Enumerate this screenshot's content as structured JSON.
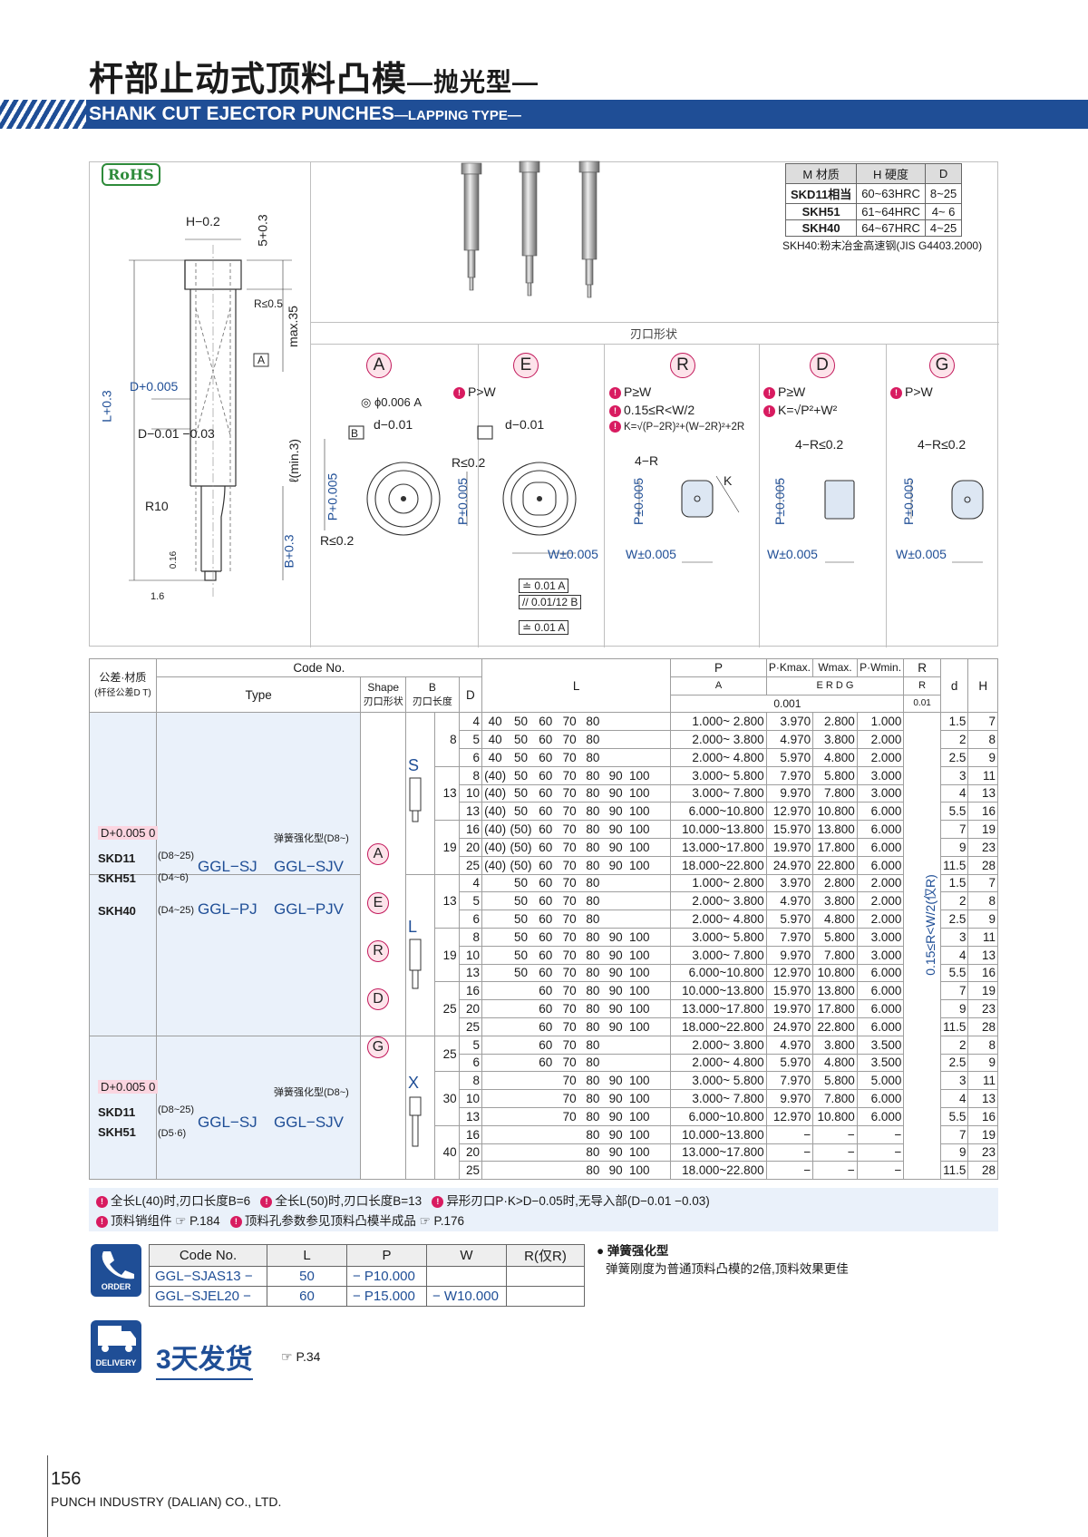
{
  "header": {
    "title_cn": "杆部止动式顶料凸模",
    "title_cn_sub": "—抛光型—",
    "title_en": "SHANK CUT EJECTOR PUNCHES",
    "title_en_sub": "—LAPPING TYPE—"
  },
  "colors": {
    "brand": "#1f4e96",
    "accent_pink": "#d81b60",
    "light_blue": "#eaf1fa"
  },
  "rohs": "RoHS",
  "materials": {
    "headers": [
      "M 材质",
      "H 硬度",
      "D"
    ],
    "rows": [
      [
        "SKD11相当",
        "60~63HRC",
        "8~25"
      ],
      [
        "SKH51",
        "61~64HRC",
        "4~ 6"
      ],
      [
        "SKH40",
        "64~67HRC",
        "4~25"
      ]
    ],
    "note": "SKH40:粉末冶金高速钢(JIS G4403.2000)"
  },
  "diagram": {
    "shapes_title": "刃口形状",
    "shapes": [
      "A",
      "E",
      "R",
      "D",
      "G"
    ],
    "notes_E": [
      "P>W"
    ],
    "notes_R": [
      "P≥W",
      "0.15≤R<W/2",
      "K=√(P−2R)²+(W−2R)²+2R"
    ],
    "notes_D": [
      "P≥W",
      "K=√P²+W²"
    ],
    "notes_G": [
      "P>W"
    ],
    "dims": {
      "H": "H−0.2",
      "five": "5+0.3",
      "R05": "R≤0.5",
      "max35": "max.35",
      "D_top": "D+0.005",
      "D_low": "D−0.01 −0.03",
      "L": "L+0.3",
      "lmin": "ℓ(min.3)",
      "R10": "R10",
      "B": "B+0.3",
      "gl": "0.16",
      "g16": "1.6",
      "A_flat": "◎ ϕ0.006 A",
      "d_A": "d−0.01",
      "P_A": "P+0.005",
      "R02": "R≤0.2",
      "B_box": "B",
      "A_box": "A",
      "d_E": "d−0.01",
      "R02E": "R≤0.2",
      "P_E": "P±0.005",
      "W_E": "W±0.005",
      "tol1": "≐ 0.01 A",
      "tol2": "// 0.01/12 B",
      "tol3": "≐ 0.01 A",
      "R4": "4−R",
      "K": "K",
      "P_R": "P±0.005",
      "W_R": "W±0.005",
      "R4D": "4−R≤0.2",
      "P_D": "P±0.005",
      "W_D": "W±0.005",
      "R4G": "4−R≤0.2",
      "P_G": "P±0.005",
      "W_G": "W±0.005"
    }
  },
  "spec": {
    "headers": {
      "tol_mat": "公差·材质",
      "tol_mat_sub": "(杆径公差D T)",
      "code_no": "Code No.",
      "type": "Type",
      "shape": "Shape",
      "shape_sub": "刃口形状",
      "b": "B",
      "b_sub": "刃口长度",
      "d_col": "D",
      "l": "L",
      "p": "P",
      "pk": "P·Kmax.",
      "wmax": "Wmax.",
      "pw": "P·Wmin.",
      "r": "R",
      "dd": "d",
      "h": "H",
      "p_sub": "A",
      "pk_sub": "E R D G",
      "r_sub": "R",
      "unit": "0.001",
      "unit_r": "0.01"
    },
    "group1": {
      "tol": "D+0.005 0",
      "mats": [
        "SKD11",
        "SKH51",
        "SKH40"
      ],
      "spring": "弹簧强化型(D8~)",
      "type1_pre": "(D8~25)",
      "type1_a": "GGL−SJ",
      "type1_b": "GGL−SJV",
      "type2_pre": "(D4~6)",
      "type3_pre": "(D4~25)",
      "type3_a": "GGL−PJ",
      "type3_b": "GGL−PJV"
    },
    "group2": {
      "tol": "D+0.005 0",
      "mats": [
        "SKD11",
        "SKH51"
      ],
      "spring": "弹簧强化型(D8~)",
      "type1_pre": "(D8~25)",
      "type1_a": "GGL−SJ",
      "type1_b": "GGL−SJV",
      "type2_pre": "(D5·6)"
    },
    "shape_letters": [
      "A",
      "E",
      "R",
      "D",
      "G"
    ],
    "b_labels": [
      "S",
      "L",
      "X"
    ],
    "r_note": "0.15≤R<W/2(仅R)",
    "rows": [
      {
        "b": "8",
        "d": "4",
        "l": [
          "40",
          "50",
          "60",
          "70",
          "80",
          "",
          "",
          ""
        ],
        "p": "1.000~ 2.800",
        "pk": "3.970",
        "w": "2.800",
        "pw": "1.000",
        "dd": "1.5",
        "h": "7"
      },
      {
        "b": "",
        "d": "5",
        "l": [
          "40",
          "50",
          "60",
          "70",
          "80",
          "",
          "",
          ""
        ],
        "p": "2.000~ 3.800",
        "pk": "4.970",
        "w": "3.800",
        "pw": "2.000",
        "dd": "2",
        "h": "8"
      },
      {
        "b": "",
        "d": "6",
        "l": [
          "40",
          "50",
          "60",
          "70",
          "80",
          "",
          "",
          ""
        ],
        "p": "2.000~ 4.800",
        "pk": "5.970",
        "w": "4.800",
        "pw": "2.000",
        "dd": "2.5",
        "h": "9"
      },
      {
        "b": "13",
        "d": "8",
        "l": [
          "(40)",
          "50",
          "60",
          "70",
          "80",
          "90",
          "100",
          ""
        ],
        "p": "3.000~ 5.800",
        "pk": "7.970",
        "w": "5.800",
        "pw": "3.000",
        "dd": "3",
        "h": "11"
      },
      {
        "b": "",
        "d": "10",
        "l": [
          "(40)",
          "50",
          "60",
          "70",
          "80",
          "90",
          "100",
          ""
        ],
        "p": "3.000~ 7.800",
        "pk": "9.970",
        "w": "7.800",
        "pw": "3.000",
        "dd": "4",
        "h": "13"
      },
      {
        "b": "",
        "d": "13",
        "l": [
          "(40)",
          "50",
          "60",
          "70",
          "80",
          "90",
          "100",
          ""
        ],
        "p": "6.000~10.800",
        "pk": "12.970",
        "w": "10.800",
        "pw": "6.000",
        "dd": "5.5",
        "h": "16"
      },
      {
        "b": "19",
        "d": "16",
        "l": [
          "(40)",
          "(50)",
          "60",
          "70",
          "80",
          "90",
          "100",
          ""
        ],
        "p": "10.000~13.800",
        "pk": "15.970",
        "w": "13.800",
        "pw": "6.000",
        "dd": "7",
        "h": "19"
      },
      {
        "b": "",
        "d": "20",
        "l": [
          "(40)",
          "(50)",
          "60",
          "70",
          "80",
          "90",
          "100",
          ""
        ],
        "p": "13.000~17.800",
        "pk": "19.970",
        "w": "17.800",
        "pw": "6.000",
        "dd": "9",
        "h": "23"
      },
      {
        "b": "",
        "d": "25",
        "l": [
          "(40)",
          "(50)",
          "60",
          "70",
          "80",
          "90",
          "100",
          ""
        ],
        "p": "18.000~22.800",
        "pk": "24.970",
        "w": "22.800",
        "pw": "6.000",
        "dd": "11.5",
        "h": "28"
      },
      {
        "b": "13",
        "d": "4",
        "l": [
          "",
          "50",
          "60",
          "70",
          "80",
          "",
          "",
          ""
        ],
        "p": "1.000~ 2.800",
        "pk": "3.970",
        "w": "2.800",
        "pw": "2.000",
        "dd": "1.5",
        "h": "7"
      },
      {
        "b": "",
        "d": "5",
        "l": [
          "",
          "50",
          "60",
          "70",
          "80",
          "",
          "",
          ""
        ],
        "p": "2.000~ 3.800",
        "pk": "4.970",
        "w": "3.800",
        "pw": "2.000",
        "dd": "2",
        "h": "8"
      },
      {
        "b": "",
        "d": "6",
        "l": [
          "",
          "50",
          "60",
          "70",
          "80",
          "",
          "",
          ""
        ],
        "p": "2.000~ 4.800",
        "pk": "5.970",
        "w": "4.800",
        "pw": "2.000",
        "dd": "2.5",
        "h": "9"
      },
      {
        "b": "19",
        "d": "8",
        "l": [
          "",
          "50",
          "60",
          "70",
          "80",
          "90",
          "100",
          ""
        ],
        "p": "3.000~ 5.800",
        "pk": "7.970",
        "w": "5.800",
        "pw": "3.000",
        "dd": "3",
        "h": "11"
      },
      {
        "b": "",
        "d": "10",
        "l": [
          "",
          "50",
          "60",
          "70",
          "80",
          "90",
          "100",
          ""
        ],
        "p": "3.000~ 7.800",
        "pk": "9.970",
        "w": "7.800",
        "pw": "3.000",
        "dd": "4",
        "h": "13"
      },
      {
        "b": "",
        "d": "13",
        "l": [
          "",
          "50",
          "60",
          "70",
          "80",
          "90",
          "100",
          ""
        ],
        "p": "6.000~10.800",
        "pk": "12.970",
        "w": "10.800",
        "pw": "6.000",
        "dd": "5.5",
        "h": "16"
      },
      {
        "b": "25",
        "d": "16",
        "l": [
          "",
          "",
          "60",
          "70",
          "80",
          "90",
          "100",
          ""
        ],
        "p": "10.000~13.800",
        "pk": "15.970",
        "w": "13.800",
        "pw": "6.000",
        "dd": "7",
        "h": "19"
      },
      {
        "b": "",
        "d": "20",
        "l": [
          "",
          "",
          "60",
          "70",
          "80",
          "90",
          "100",
          ""
        ],
        "p": "13.000~17.800",
        "pk": "19.970",
        "w": "17.800",
        "pw": "6.000",
        "dd": "9",
        "h": "23"
      },
      {
        "b": "",
        "d": "25",
        "l": [
          "",
          "",
          "60",
          "70",
          "80",
          "90",
          "100",
          ""
        ],
        "p": "18.000~22.800",
        "pk": "24.970",
        "w": "22.800",
        "pw": "6.000",
        "dd": "11.5",
        "h": "28"
      },
      {
        "b": "25",
        "d": "5",
        "l": [
          "",
          "",
          "60",
          "70",
          "80",
          "",
          "",
          ""
        ],
        "p": "2.000~ 3.800",
        "pk": "4.970",
        "w": "3.800",
        "pw": "3.500",
        "dd": "2",
        "h": "8"
      },
      {
        "b": "",
        "d": "6",
        "l": [
          "",
          "",
          "60",
          "70",
          "80",
          "",
          "",
          ""
        ],
        "p": "2.000~ 4.800",
        "pk": "5.970",
        "w": "4.800",
        "pw": "3.500",
        "dd": "2.5",
        "h": "9"
      },
      {
        "b": "30",
        "d": "8",
        "l": [
          "",
          "",
          "",
          "70",
          "80",
          "90",
          "100",
          ""
        ],
        "p": "3.000~ 5.800",
        "pk": "7.970",
        "w": "5.800",
        "pw": "5.000",
        "dd": "3",
        "h": "11"
      },
      {
        "b": "",
        "d": "10",
        "l": [
          "",
          "",
          "",
          "70",
          "80",
          "90",
          "100",
          ""
        ],
        "p": "3.000~ 7.800",
        "pk": "9.970",
        "w": "7.800",
        "pw": "6.000",
        "dd": "4",
        "h": "13"
      },
      {
        "b": "",
        "d": "13",
        "l": [
          "",
          "",
          "",
          "70",
          "80",
          "90",
          "100",
          ""
        ],
        "p": "6.000~10.800",
        "pk": "12.970",
        "w": "10.800",
        "pw": "6.000",
        "dd": "5.5",
        "h": "16"
      },
      {
        "b": "40",
        "d": "16",
        "l": [
          "",
          "",
          "",
          "",
          "80",
          "90",
          "100",
          ""
        ],
        "p": "10.000~13.800",
        "pk": "−",
        "w": "−",
        "pw": "−",
        "dd": "7",
        "h": "19"
      },
      {
        "b": "",
        "d": "20",
        "l": [
          "",
          "",
          "",
          "",
          "80",
          "90",
          "100",
          ""
        ],
        "p": "13.000~17.800",
        "pk": "−",
        "w": "−",
        "pw": "−",
        "dd": "9",
        "h": "23"
      },
      {
        "b": "",
        "d": "25",
        "l": [
          "",
          "",
          "",
          "",
          "80",
          "90",
          "100",
          ""
        ],
        "p": "18.000~22.800",
        "pk": "−",
        "w": "−",
        "pw": "−",
        "dd": "11.5",
        "h": "28"
      }
    ],
    "notes_line1": [
      "全长L(40)时,刃口长度B=6",
      "全长L(50)时,刃口长度B=13",
      "异形刃口P·K>D−0.05时,无导入部(D−0.01 −0.03)"
    ],
    "notes_line2": [
      "顶料销组件 ☞ P.184",
      "顶料孔参数参见顶料凸模半成品 ☞ P.176"
    ]
  },
  "order": {
    "icon_label": "ORDER",
    "headers": [
      "Code No.",
      "L",
      "P",
      "W",
      "R(仅R)"
    ],
    "rows": [
      [
        "GGL−SJAS13",
        "−",
        "50",
        "− P10.000",
        "",
        ""
      ],
      [
        "GGL−SJEL20",
        "−",
        "60",
        "− P15.000",
        "− W10.000",
        ""
      ]
    ],
    "note_title": "● 弹簧强化型",
    "note_body": "弹簧刚度为普通顶料凸模的2倍,顶料效果更佳"
  },
  "delivery": {
    "icon_label": "DELIVERY",
    "text": "3天发货",
    "ref": "☞ P.34"
  },
  "footer": {
    "page": "156",
    "company": "PUNCH INDUSTRY (DALIAN) CO., LTD."
  }
}
